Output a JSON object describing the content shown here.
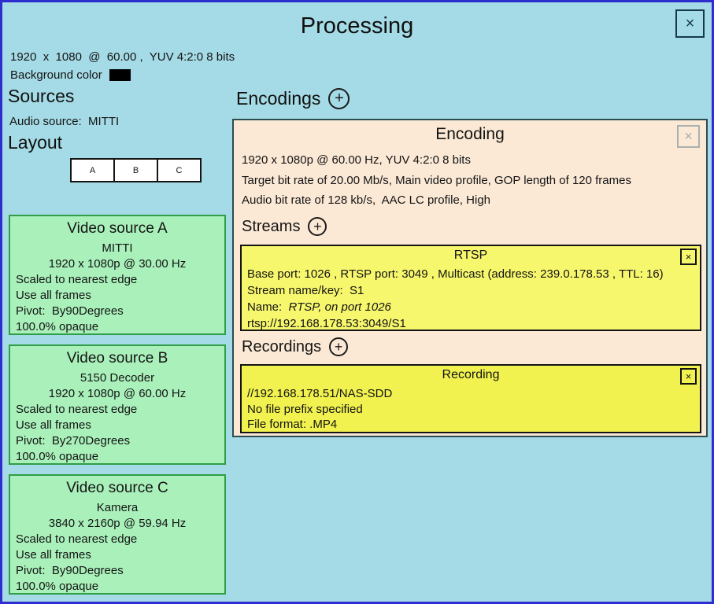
{
  "window": {
    "title": "Processing"
  },
  "icons": {
    "close": "×",
    "plus": "+"
  },
  "header": {
    "resolution": "1920  x  1080  @  60.00 ,  YUV 4:2:0 8 bits",
    "background_color_label": "Background color",
    "background_color_value": "#000000"
  },
  "sources": {
    "heading": "Sources",
    "audio_line": "Audio source:  MITTI",
    "layout_heading": "Layout",
    "layout_slots": [
      "A",
      "B",
      "C"
    ],
    "video_sources": [
      {
        "title": "Video source A",
        "name": "MITTI",
        "format": "1920 x 1080p @ 30.00 Hz",
        "lines": [
          "Scaled to nearest edge",
          "Use all frames",
          "Pivot:  By90Degrees",
          "100.0% opaque"
        ]
      },
      {
        "title": "Video source B",
        "name": "5150 Decoder",
        "format": "1920 x 1080p @ 60.00 Hz",
        "lines": [
          "Scaled to nearest edge",
          "Use all frames",
          "Pivot:  By270Degrees",
          "100.0% opaque"
        ]
      },
      {
        "title": "Video source C",
        "name": "Kamera",
        "format": "3840 x 2160p @ 59.94 Hz",
        "lines": [
          "Scaled to nearest edge",
          "Use all frames",
          "Pivot:  By90Degrees",
          "100.0% opaque"
        ]
      }
    ]
  },
  "encodings": {
    "heading": "Encodings",
    "encoding": {
      "title": "Encoding",
      "lines": [
        "1920 x 1080p @ 60.00 Hz, YUV 4:2:0 8 bits",
        "Target bit rate of 20.00 Mb/s, Main video profile, GOP length of 120 frames",
        "Audio bit rate of 128 kb/s,  AAC LC profile, High"
      ],
      "streams_heading": "Streams",
      "stream": {
        "title": "RTSP",
        "line_ports": "Base port: 1026 , RTSP port: 3049 , Multicast (address: 239.0.178.53 , TTL: 16)",
        "line_key": "Stream name/key:  S1",
        "name_label": "Name:  ",
        "name_value": "RTSP, on port 1026",
        "url": "rtsp://192.168.178.53:3049/S1"
      },
      "recordings_heading": "Recordings",
      "recording": {
        "title": "Recording",
        "lines": [
          "//192.168.178.51/NAS-SDD",
          "No file prefix specified",
          "File format: .MP4"
        ]
      }
    }
  },
  "colors": {
    "window_background": "#a5dbe6",
    "window_border": "#2d2dd0",
    "source_panel_background": "#a9f0ba",
    "source_panel_border": "#2f9e44",
    "encoding_panel_background": "#fbe9d6",
    "encoding_panel_border": "#2b4d52",
    "stream_panel_background": "#f7f76e",
    "recording_panel_background": "#f1f14f",
    "panel_border_dark": "#141414"
  }
}
